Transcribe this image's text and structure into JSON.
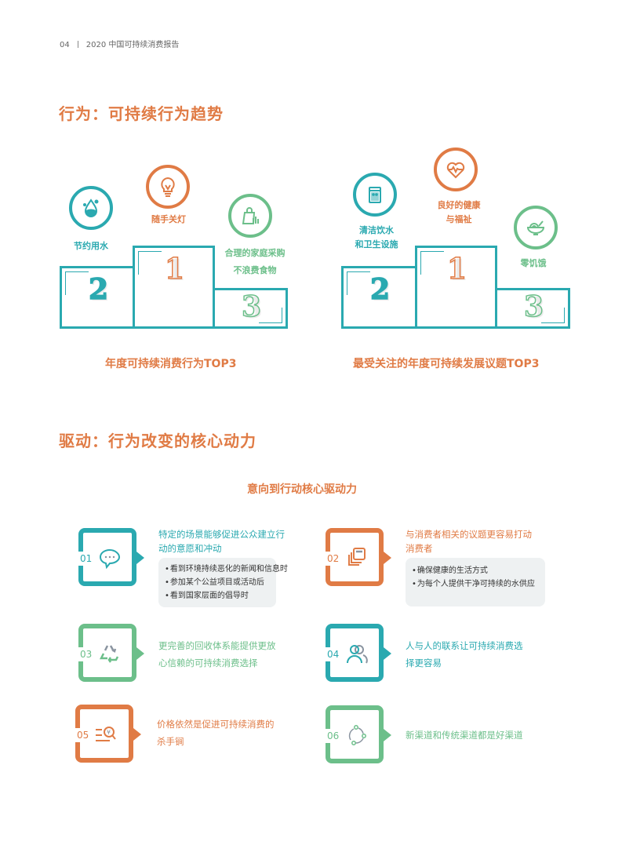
{
  "header": {
    "page_number": "04",
    "report_title": "2020 中国可持续消费报告"
  },
  "section1": {
    "title": "行为：可持续行为趋势",
    "podium_left": {
      "caption": "年度可持续消费行为TOP3",
      "items": [
        {
          "rank": "1",
          "label": "随手关灯",
          "icon": "lightbulb-icon",
          "color": "#e07b45"
        },
        {
          "rank": "2",
          "label": "节约用水",
          "icon": "water-drop-icon",
          "color": "#2aa9b0"
        },
        {
          "rank": "3",
          "label_line1": "合理的家庭采购",
          "label_line2": "不浪费食物",
          "icon": "shopping-bag-icon",
          "color": "#6cbf8a"
        }
      ]
    },
    "podium_right": {
      "caption": "最受关注的年度可持续发展议题TOP3",
      "items": [
        {
          "rank": "1",
          "label_line1": "良好的健康",
          "label_line2": "与福祉",
          "icon": "heart-pulse-icon",
          "color": "#e07b45"
        },
        {
          "rank": "2",
          "label_line1": "清洁饮水",
          "label_line2": "和卫生设施",
          "icon": "water-dispenser-icon",
          "color": "#2aa9b0"
        },
        {
          "rank": "3",
          "label": "零饥饿",
          "icon": "food-bowl-icon",
          "color": "#6cbf8a"
        }
      ]
    }
  },
  "section2": {
    "title": "驱动：行为改变的核心动力",
    "subtitle": "意向到行动核心驱动力",
    "drivers": [
      {
        "number": "01",
        "icon": "speech-bubble-icon",
        "title": "特定的场景能够促进公众建立行动的意愿和冲动",
        "bullets": [
          "看到环境持续恶化的新闻和信息时",
          "参加某个公益项目或活动后",
          "看到国家层面的倡导时"
        ],
        "color": "#2aa9b0"
      },
      {
        "number": "02",
        "icon": "stacked-cards-icon",
        "title": "与消费者相关的议题更容易打动消费者",
        "bullets": [
          "确保健康的生活方式",
          "为每个人提供干净可持续的水供应"
        ],
        "color": "#e07b45"
      },
      {
        "number": "03",
        "icon": "recycle-icon",
        "title_line1": "更完善的回收体系能提供更放",
        "title_line2": "心信赖的可持续消费选择",
        "color": "#6cbf8a"
      },
      {
        "number": "04",
        "icon": "people-icon",
        "title_line1": "人与人的联系让可持续消费选",
        "title_line2": "择更容易",
        "color": "#2aa9b0"
      },
      {
        "number": "05",
        "icon": "price-search-icon",
        "title_line1": "价格依然是促进可持续消费的",
        "title_line2": "杀手锏",
        "color": "#e07b45"
      },
      {
        "number": "06",
        "icon": "channels-cycle-icon",
        "title": "新渠道和传统渠道都是好渠道",
        "color": "#6cbf8a"
      }
    ]
  },
  "colors": {
    "orange": "#e07b45",
    "teal": "#2aa9b0",
    "green": "#6cbf8a",
    "bullet_bg": "#eef1f2"
  }
}
